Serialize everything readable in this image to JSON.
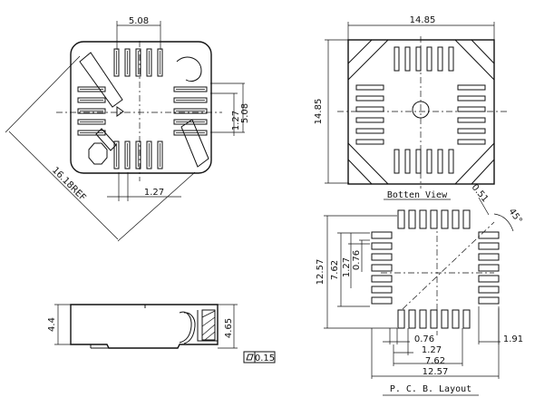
{
  "top_view": {
    "dim_pitch_group": "5.08",
    "dim_diagonal": "16.18REF",
    "dim_side_1": "1.27",
    "dim_side_2": "5.08",
    "dim_bottom": "1.27"
  },
  "bottom_view": {
    "dim_width": "14.85",
    "dim_height": "14.85",
    "caption": "Botten View"
  },
  "side_view": {
    "dim_height": "4.4",
    "dim_overall": "4.65",
    "flatness_value": "0.15"
  },
  "pcb_layout": {
    "caption": "P. C. B.  Layout",
    "dim_chamfer": "0.51",
    "dim_angle": "45°",
    "dim_height_total": "12.57",
    "dim_height_span": "7.62",
    "dim_height_pitch": "1.27",
    "dim_height_pad": "0.76",
    "dim_pad_width": "0.76",
    "dim_pitch": "1.27",
    "dim_span": "7.62",
    "dim_total": "12.57",
    "dim_pad_length": "1.91"
  }
}
